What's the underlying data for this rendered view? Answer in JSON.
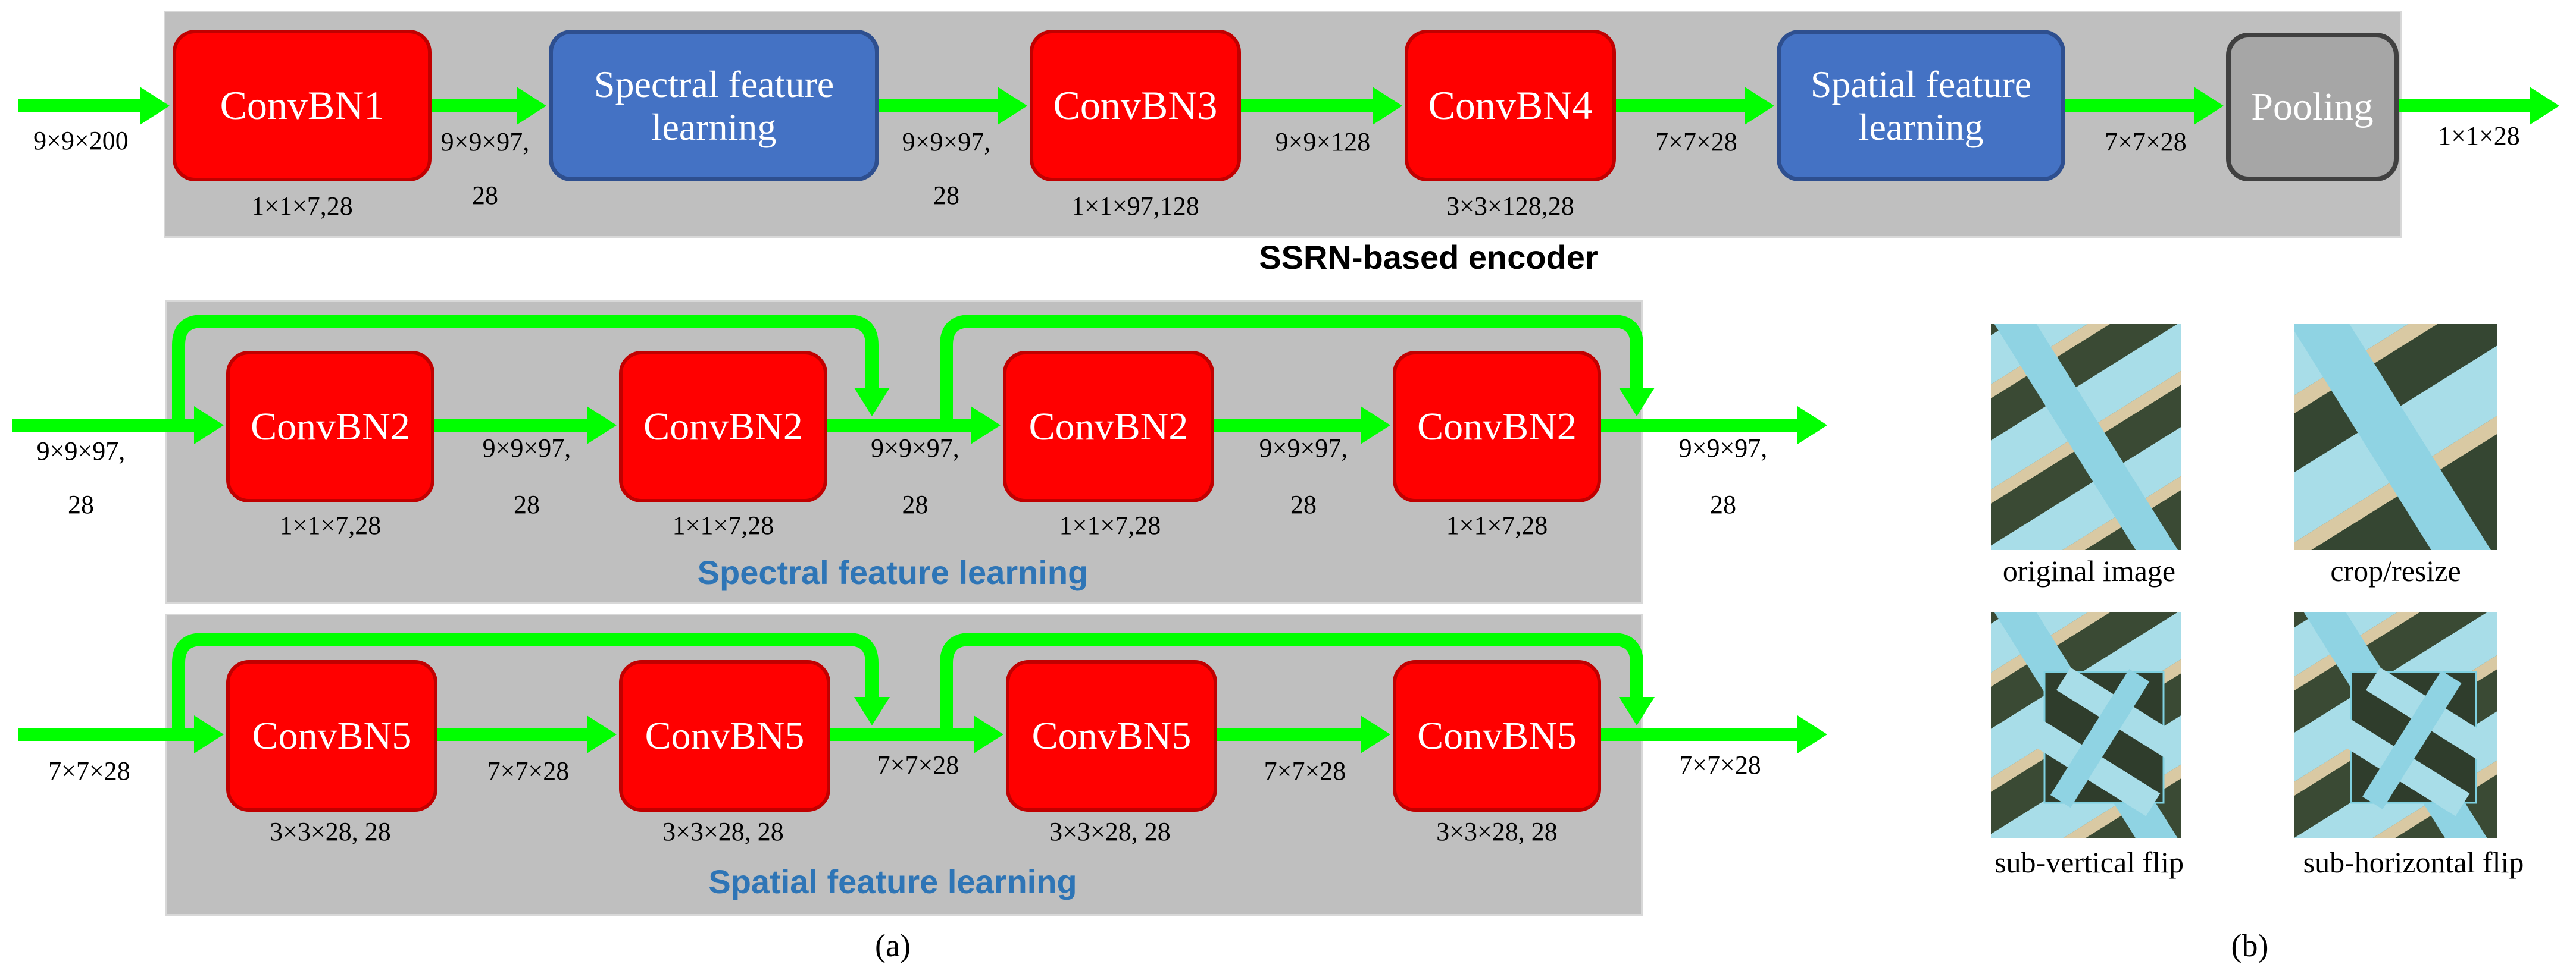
{
  "encoder": {
    "title": "SSRN-based encoder",
    "input_dim": "9×9×200",
    "blocks": [
      {
        "label": "ConvBN1",
        "sub": "1×1×7,28"
      },
      {
        "label": "Spectral feature learning",
        "sub": ""
      },
      {
        "label": "ConvBN3",
        "sub": "1×1×97,128"
      },
      {
        "label": "ConvBN4",
        "sub": "3×3×128,28"
      },
      {
        "label": "Spatial feature learning",
        "sub": ""
      },
      {
        "label": "Pooling",
        "sub": ""
      }
    ],
    "between": [
      {
        "line1": "9×9×97,",
        "line2": "28"
      },
      {
        "line1": "9×9×97,",
        "line2": "28"
      },
      {
        "line1": "9×9×128",
        "line2": ""
      },
      {
        "line1": "7×7×28",
        "line2": ""
      },
      {
        "line1": "7×7×28",
        "line2": ""
      }
    ],
    "output_dim": "1×1×28"
  },
  "spectral": {
    "title": "Spectral feature learning",
    "input_dim": {
      "line1": "9×9×97,",
      "line2": "28"
    },
    "blocks": [
      {
        "label": "ConvBN2",
        "sub": "1×1×7,28"
      },
      {
        "label": "ConvBN2",
        "sub": "1×1×7,28"
      },
      {
        "label": "ConvBN2",
        "sub": "1×1×7,28"
      },
      {
        "label": "ConvBN2",
        "sub": "1×1×7,28"
      }
    ],
    "between": [
      {
        "line1": "9×9×97,",
        "line2": "28"
      },
      {
        "line1": "9×9×97,",
        "line2": "28"
      },
      {
        "line1": "9×9×97,",
        "line2": "28"
      }
    ],
    "output_dim": {
      "line1": "9×9×97,",
      "line2": "28"
    }
  },
  "spatial": {
    "title": "Spatial feature learning",
    "input_dim": "7×7×28",
    "blocks": [
      {
        "label": "ConvBN5",
        "sub": "3×3×28, 28"
      },
      {
        "label": "ConvBN5",
        "sub": "3×3×28, 28"
      },
      {
        "label": "ConvBN5",
        "sub": "3×3×28, 28"
      },
      {
        "label": "ConvBN5",
        "sub": "3×3×28, 28"
      }
    ],
    "between": [
      "7×7×28",
      "7×7×28",
      "7×7×28"
    ],
    "output_dim": "7×7×28"
  },
  "augment": {
    "items": [
      {
        "caption": "original image"
      },
      {
        "caption": "crop/resize"
      },
      {
        "caption": "sub-vertical flip"
      },
      {
        "caption": "sub-horizontal flip"
      }
    ]
  },
  "captions": {
    "a": "(a)",
    "b": "(b)"
  },
  "colors": {
    "arrow": "#00ff00",
    "conv_block": "#ff0000",
    "learning_block": "#4472c4",
    "pooling_block": "#a6a6a6",
    "panel": "#bfbfbf",
    "title_blue": "#2e75b6"
  },
  "icons": {
    "arrow": "flow-arrow-icon",
    "patch": "satellite-patch-image"
  }
}
